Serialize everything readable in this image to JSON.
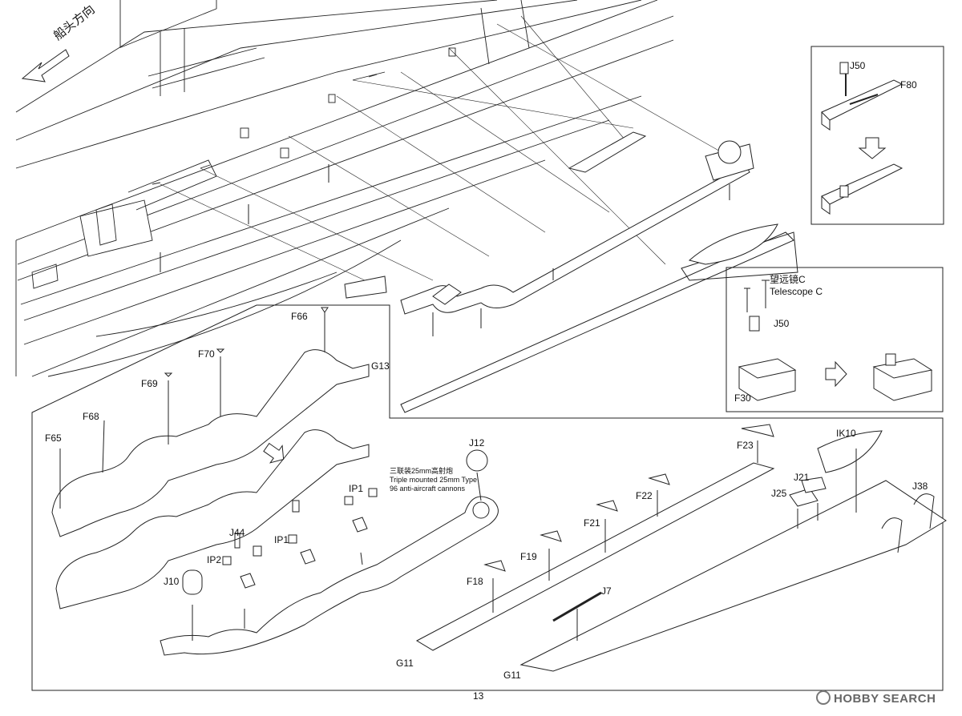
{
  "direction_label": "船头方向",
  "page_number": "13",
  "watermark": "HOBBY SEARCH",
  "telescope": {
    "zh": "望远镜C",
    "en": "Telescope C"
  },
  "cannon_note": {
    "zh": "三联装25mm高射炮",
    "en1": "Triple mounted 25mm Type",
    "en2": "96 anti-aircraft cannons"
  },
  "part_labels": {
    "j50_top": "J50",
    "f80": "F80",
    "j50_mid": "J50",
    "f30": "F30",
    "f66": "F66",
    "g13": "G13",
    "f70": "F70",
    "f69": "F69",
    "f68": "F68",
    "f65": "F65",
    "j12": "J12",
    "ip1_a": "IP1",
    "ip1_b": "IP1",
    "j44": "J44",
    "ip2": "IP2",
    "j10": "J10",
    "f23": "F23",
    "ik10": "IK10",
    "j21": "J21",
    "j25": "J25",
    "j38": "J38",
    "f22": "F22",
    "f21": "F21",
    "f19": "F19",
    "f18": "F18",
    "j7": "J7",
    "g11_a": "G11",
    "g11_b": "G11"
  }
}
